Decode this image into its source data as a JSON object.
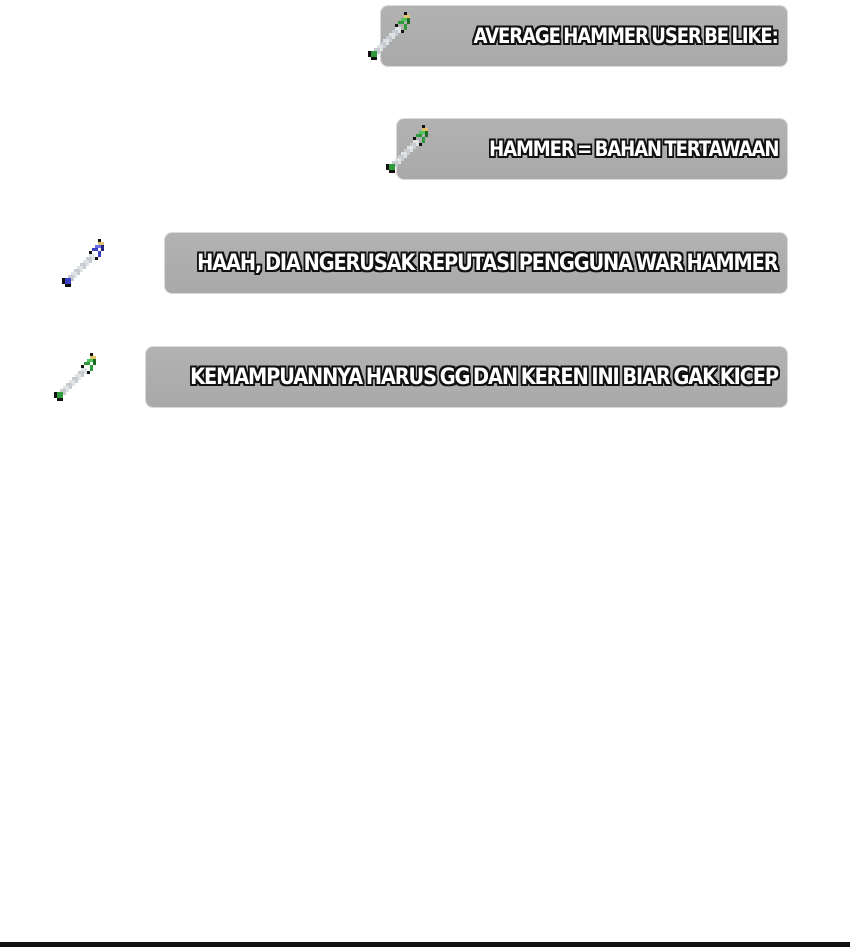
{
  "messages": [
    {
      "text": "AVERAGE HAMMER USER BE LIKE:",
      "icon": "green-sword-icon",
      "icon_color": "#2e9a3c"
    },
    {
      "text": "HAMMER = BAHAN TERTAWAAN",
      "icon": "green-sword-icon",
      "icon_color": "#2e9a3c"
    },
    {
      "text": "HAAH, DIA NGERUSAK REPUTASI PENGGUNA WAR HAMMER",
      "icon": "blue-sword-icon",
      "icon_color": "#3a3fc4"
    },
    {
      "text": "KEMAMPUANNYA HARUS GG DAN KEREN INI BIAR GAK KICEP",
      "icon": "green-sword-icon",
      "icon_color": "#2e9a3c"
    }
  ],
  "colors": {
    "bubble": "#adadad",
    "text": "#ffffff",
    "outline": "#111111",
    "green_hilt": "#2e9a3c",
    "blue_hilt": "#3a3fc4"
  }
}
